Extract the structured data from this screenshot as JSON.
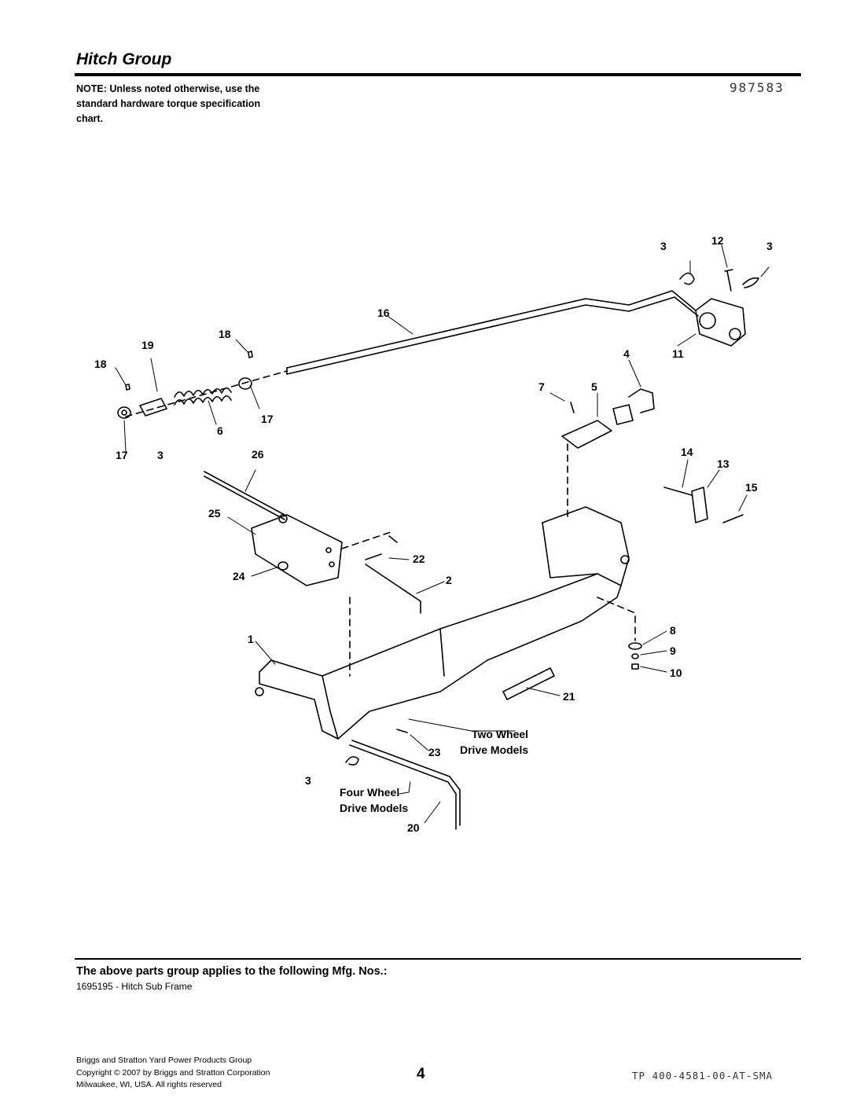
{
  "header": {
    "title": "Hitch Group",
    "note": "NOTE: Unless noted otherwise, use the standard hardware torque specification chart.",
    "diagram_id": "987583"
  },
  "diagram": {
    "callouts": {
      "c1": "1",
      "c2": "2",
      "c3a": "3",
      "c3b": "3",
      "c3c": "3",
      "c3d": "3",
      "c4": "4",
      "c5": "5",
      "c6": "6",
      "c7": "7",
      "c8": "8",
      "c9": "9",
      "c10": "10",
      "c11": "11",
      "c12": "12",
      "c13": "13",
      "c14": "14",
      "c15": "15",
      "c16": "16",
      "c17a": "17",
      "c17b": "17",
      "c18a": "18",
      "c18b": "18",
      "c19": "19",
      "c20": "20",
      "c21": "21",
      "c22": "22",
      "c23": "23",
      "c24": "24",
      "c25": "25",
      "c26": "26"
    },
    "labels": {
      "two_wheel_1": "Two Wheel",
      "two_wheel_2": "Drive Models",
      "four_wheel_1": "Four Wheel",
      "four_wheel_2": "Drive Models"
    }
  },
  "applies": {
    "heading": "The above parts group applies to the following Mfg. Nos.:",
    "mfg": "1695195 - Hitch Sub Frame"
  },
  "footer": {
    "company": "Briggs and Stratton Yard Power Products Group",
    "copyright": "Copyright © 2007 by Briggs and Stratton Corporation",
    "location": "Milwaukee, WI, USA. All rights reserved",
    "page_number": "4",
    "doc_number": "TP 400-4581-00-AT-SMA"
  }
}
